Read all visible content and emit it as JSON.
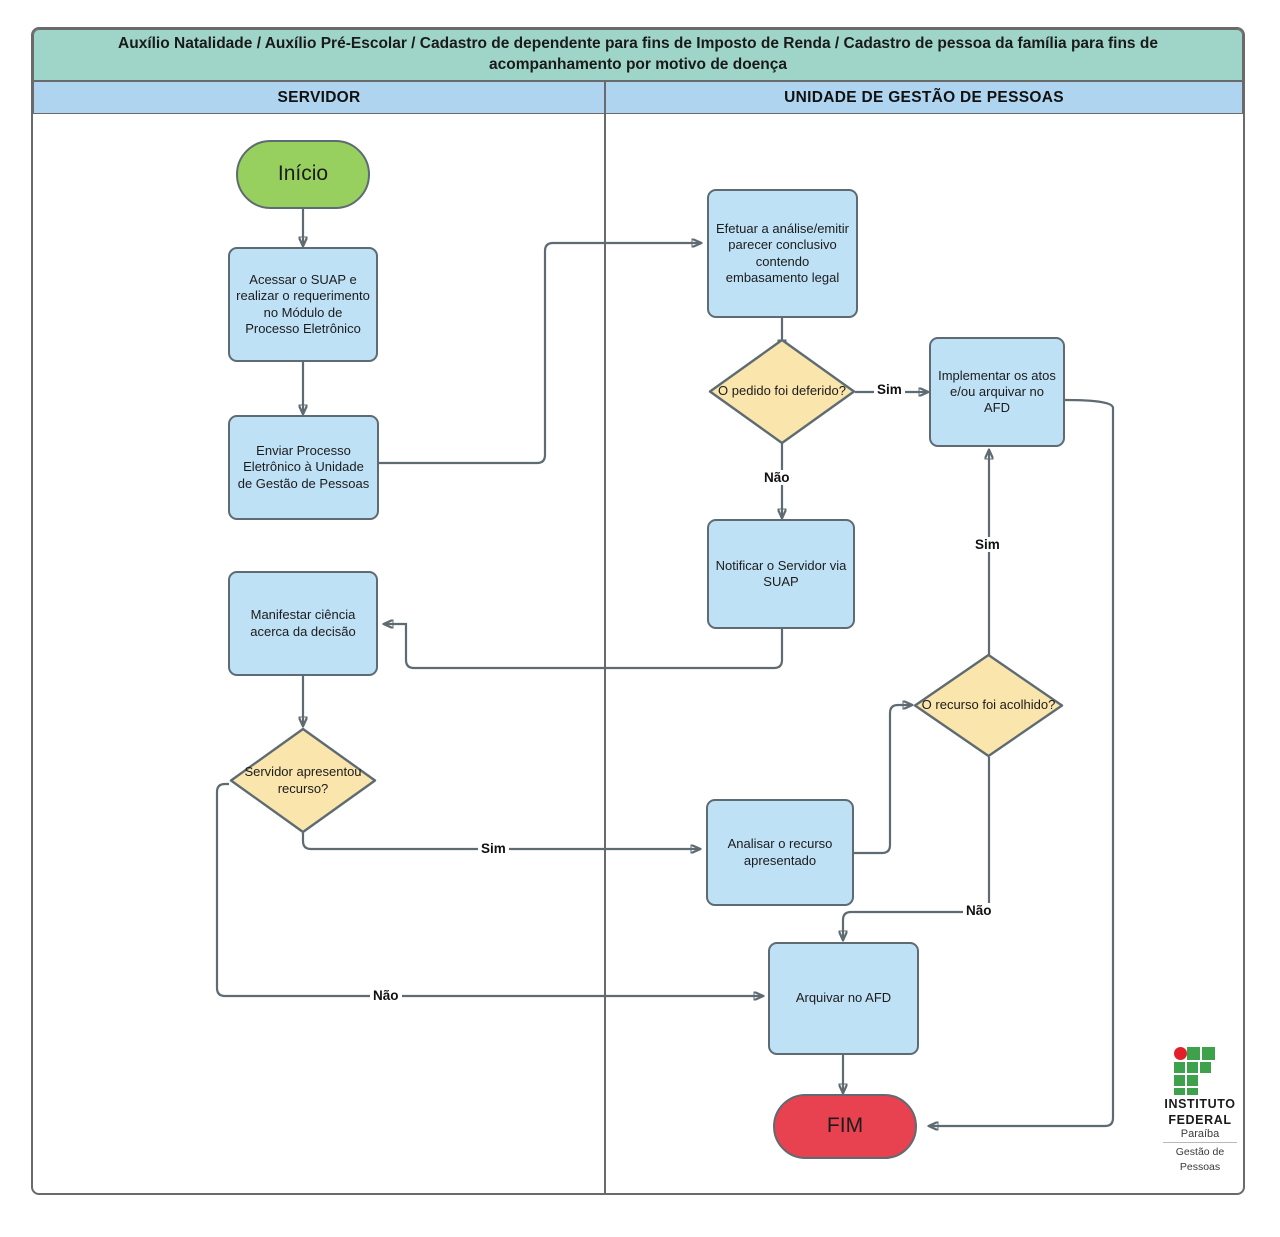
{
  "title": "Auxílio Natalidade / Auxílio Pré-Escolar / Cadastro de dependente para fins de Imposto de Renda / Cadastro de pessoa da família para fins de acompanhamento por motivo de doença",
  "lanes": [
    {
      "label": "SERVIDOR"
    },
    {
      "label": "UNIDADE DE GESTÃO DE PESSOAS"
    }
  ],
  "nodes": {
    "start": "Início",
    "acessar_suap": "Acessar o SUAP e realizar o requerimento no Módulo de Processo Eletrônico",
    "enviar_processo": "Enviar Processo Eletrônico à Unidade de Gestão de Pessoas",
    "manifestar_ciencia": "Manifestar ciência acerca da decisão",
    "decisao_recurso": "Servidor apresentou recurso?",
    "efetuar_analise": "Efetuar a análise/emitir parecer conclusivo contendo embasamento legal",
    "decisao_pedido": "O pedido foi deferido?",
    "implementar_atos": "Implementar os atos e/ou arquivar no AFD",
    "notificar_servidor": "Notificar o Servidor via SUAP",
    "decisao_acolhido": "O recurso foi acolhido?",
    "analisar_recurso": "Analisar o recurso apresentado",
    "arquivar_afd": "Arquivar no AFD",
    "end": "FIM"
  },
  "edge_labels": {
    "pedido_sim": "Sim",
    "pedido_nao": "Não",
    "acolhido_sim": "Sim",
    "acolhido_nao": "Não",
    "recurso_sim": "Sim",
    "recurso_nao": "Não"
  },
  "logo": {
    "institute": "INSTITUTO",
    "federal": "FEDERAL",
    "state": "Paraíba",
    "department_line1": "Gestão de",
    "department_line2": "Pessoas"
  },
  "colors": {
    "title_bar": "#9fd5c8",
    "lane_header": "#aed4ef",
    "process": "#bfe1f6",
    "decision": "#fae5ac",
    "start": "#97d05f",
    "end": "#e8414f",
    "stroke": "#5e6b72",
    "logo_green": "#3da24b",
    "logo_red": "#e2202a"
  }
}
